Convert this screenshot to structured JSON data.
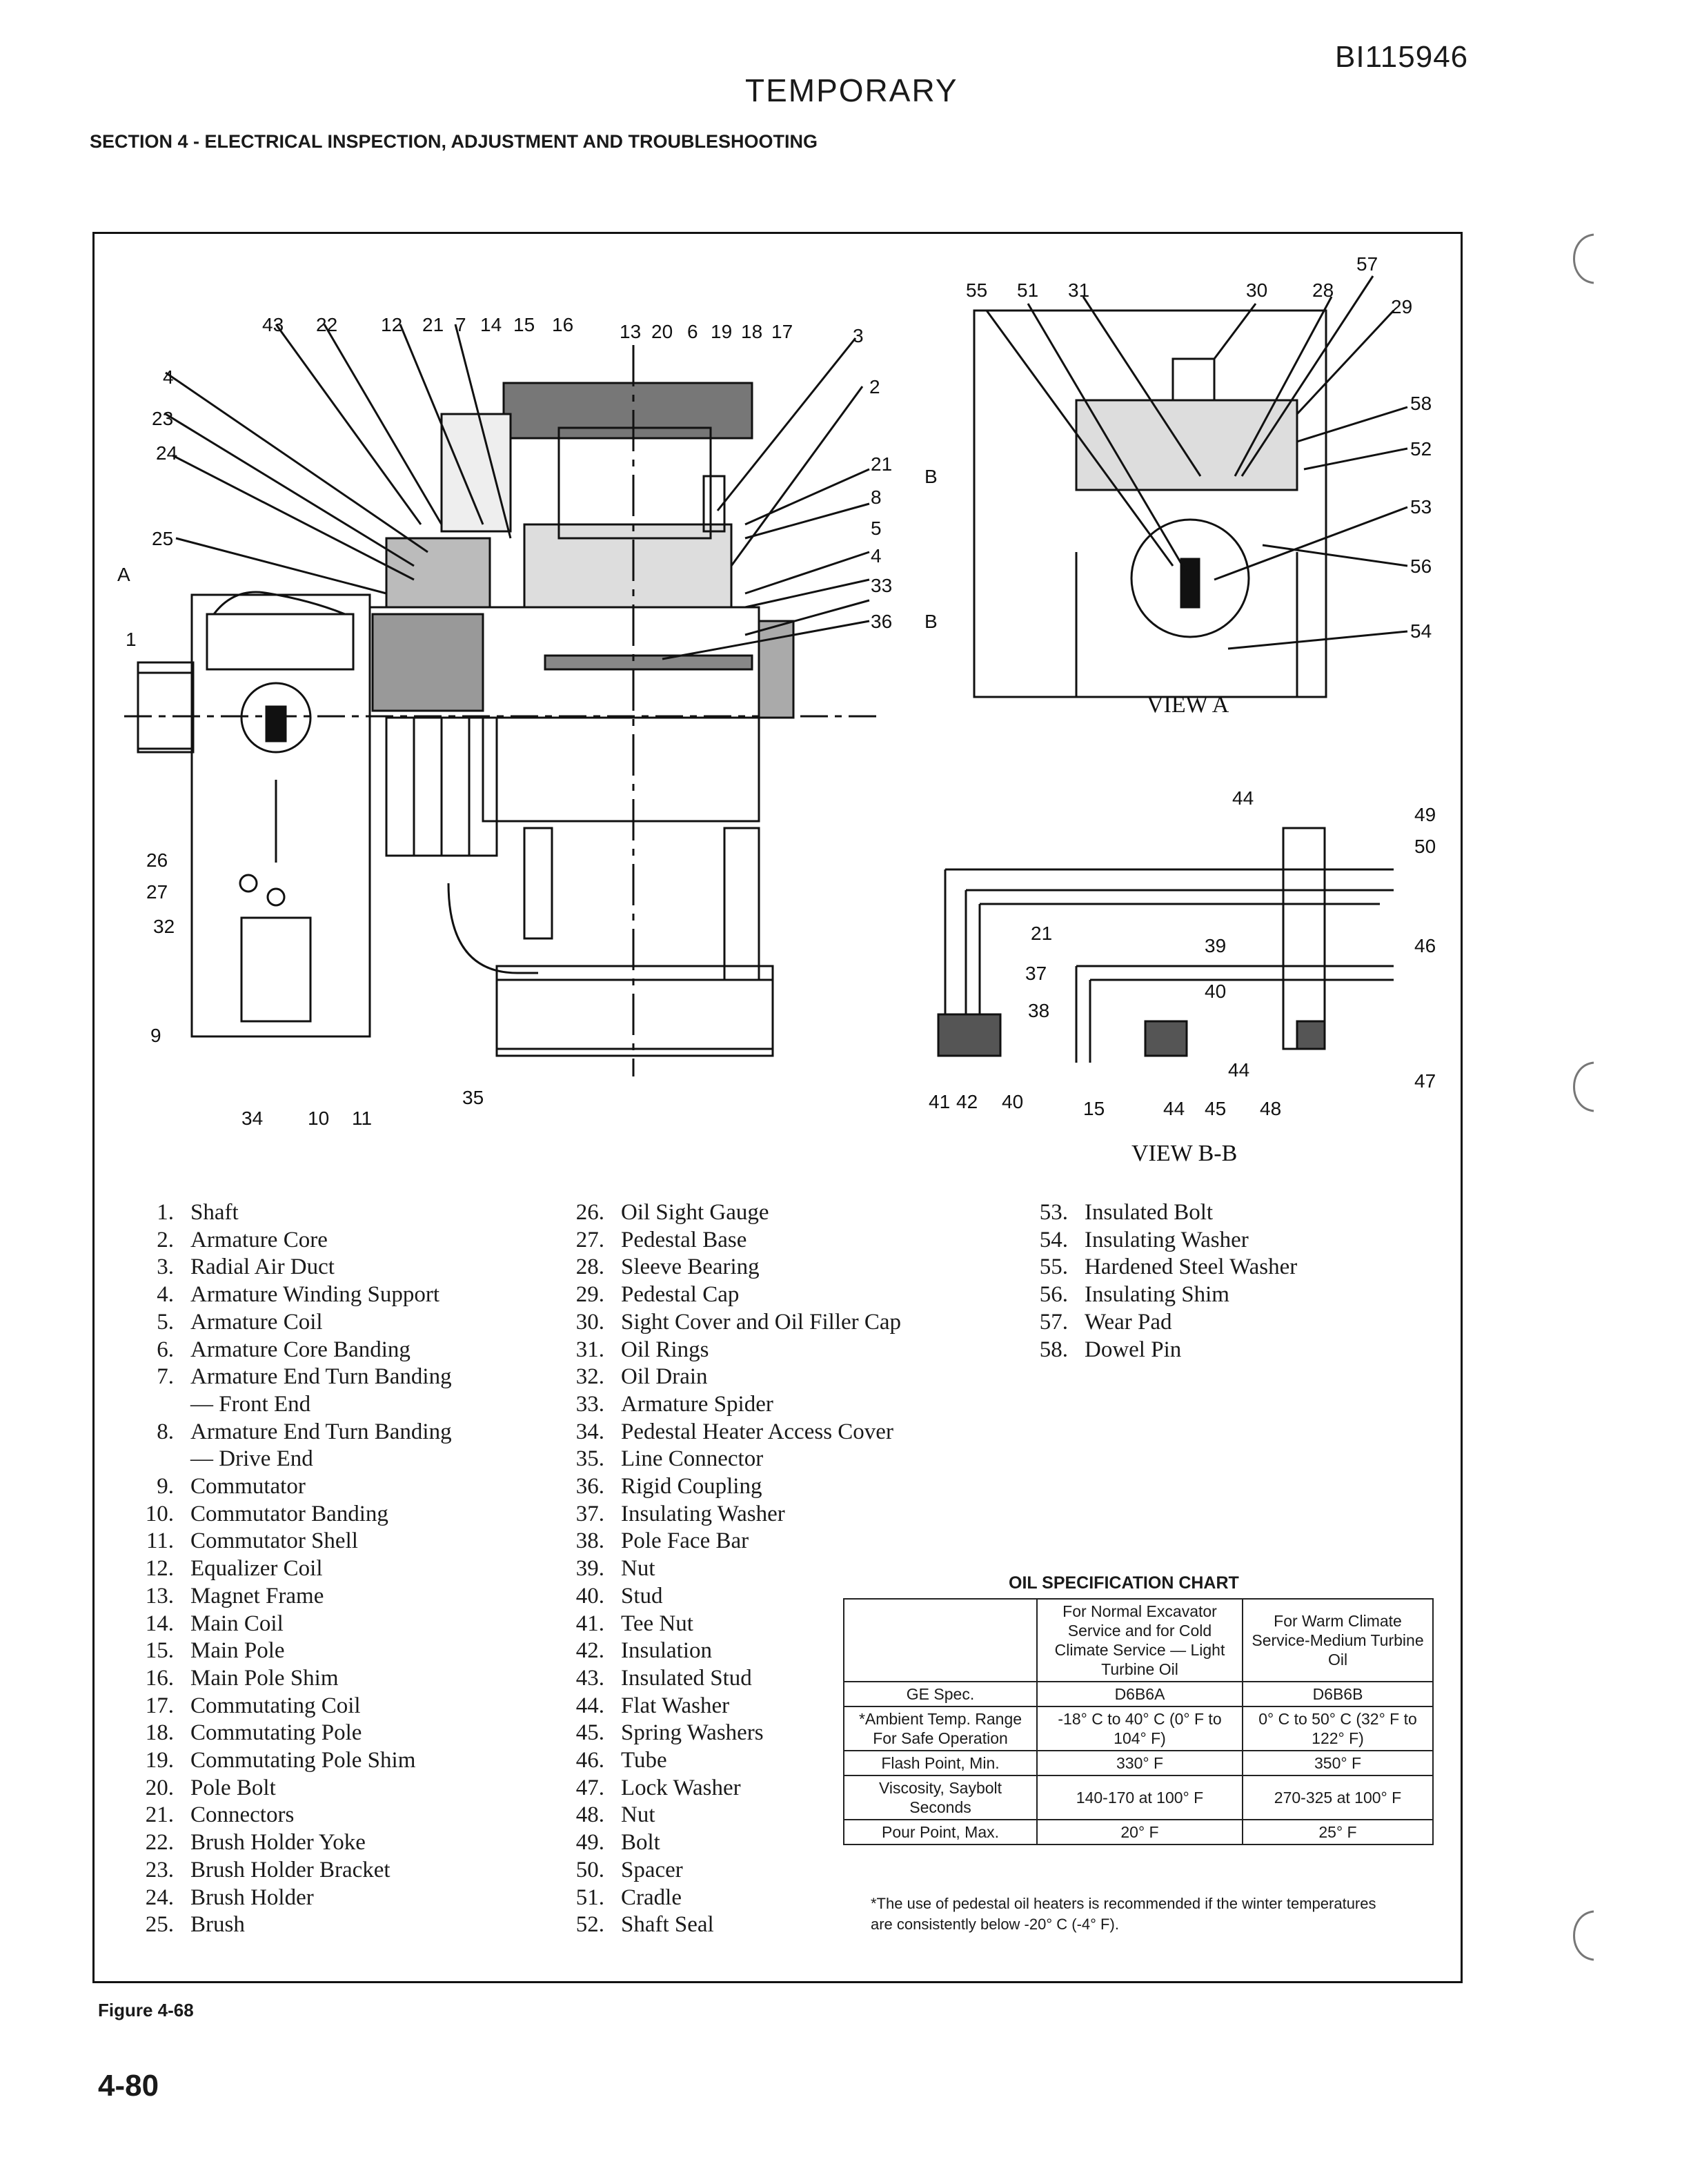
{
  "header": {
    "doc_id": "BI115946",
    "stamp": "TEMPORARY",
    "section": "SECTION 4 - ELECTRICAL INSPECTION, ADJUSTMENT AND TROUBLESHOOTING"
  },
  "figure": {
    "main_view_callouts": [
      "43",
      "22",
      "12",
      "21",
      "7",
      "14",
      "15",
      "16",
      "13",
      "20",
      "6",
      "19",
      "18",
      "17",
      "3",
      "2",
      "4",
      "23",
      "24",
      "25",
      "A",
      "1",
      "21",
      "8",
      "5",
      "4",
      "33",
      "36",
      "B",
      "B",
      "26",
      "27",
      "32",
      "9",
      "34",
      "10",
      "11",
      "35"
    ],
    "view_a": {
      "label": "VIEW A",
      "callouts": [
        "55",
        "51",
        "31",
        "30",
        "28",
        "57",
        "29",
        "58",
        "52",
        "53",
        "56",
        "54"
      ]
    },
    "view_bb": {
      "label": "VIEW B-B",
      "callouts": [
        "44",
        "49",
        "50",
        "46",
        "21",
        "37",
        "38",
        "39",
        "40",
        "44",
        "47",
        "41",
        "42",
        "40",
        "15",
        "44",
        "45",
        "48"
      ]
    },
    "label": "Figure 4-68"
  },
  "parts": [
    {
      "n": "1.",
      "name": "Shaft"
    },
    {
      "n": "2.",
      "name": "Armature Core"
    },
    {
      "n": "3.",
      "name": "Radial Air Duct"
    },
    {
      "n": "4.",
      "name": "Armature Winding Support"
    },
    {
      "n": "5.",
      "name": "Armature Coil"
    },
    {
      "n": "6.",
      "name": "Armature Core Banding"
    },
    {
      "n": "7.",
      "name": "Armature End Turn Banding",
      "cont": "— Front End"
    },
    {
      "n": "8.",
      "name": "Armature End Turn Banding",
      "cont": "— Drive End"
    },
    {
      "n": "9.",
      "name": "Commutator"
    },
    {
      "n": "10.",
      "name": "Commutator Banding"
    },
    {
      "n": "11.",
      "name": "Commutator Shell"
    },
    {
      "n": "12.",
      "name": "Equalizer Coil"
    },
    {
      "n": "13.",
      "name": "Magnet Frame"
    },
    {
      "n": "14.",
      "name": "Main Coil"
    },
    {
      "n": "15.",
      "name": "Main Pole"
    },
    {
      "n": "16.",
      "name": "Main Pole Shim"
    },
    {
      "n": "17.",
      "name": "Commutating Coil"
    },
    {
      "n": "18.",
      "name": "Commutating Pole"
    },
    {
      "n": "19.",
      "name": "Commutating Pole Shim"
    },
    {
      "n": "20.",
      "name": "Pole Bolt"
    },
    {
      "n": "21.",
      "name": "Connectors"
    },
    {
      "n": "22.",
      "name": "Brush Holder Yoke"
    },
    {
      "n": "23.",
      "name": "Brush Holder Bracket"
    },
    {
      "n": "24.",
      "name": "Brush Holder"
    },
    {
      "n": "25.",
      "name": "Brush"
    },
    {
      "n": "26.",
      "name": "Oil Sight Gauge"
    },
    {
      "n": "27.",
      "name": "Pedestal Base"
    },
    {
      "n": "28.",
      "name": "Sleeve Bearing"
    },
    {
      "n": "29.",
      "name": "Pedestal Cap"
    },
    {
      "n": "30.",
      "name": "Sight Cover and Oil Filler Cap"
    },
    {
      "n": "31.",
      "name": "Oil Rings"
    },
    {
      "n": "32.",
      "name": "Oil Drain"
    },
    {
      "n": "33.",
      "name": "Armature Spider"
    },
    {
      "n": "34.",
      "name": "Pedestal Heater Access Cover"
    },
    {
      "n": "35.",
      "name": "Line Connector"
    },
    {
      "n": "36.",
      "name": "Rigid Coupling"
    },
    {
      "n": "37.",
      "name": "Insulating Washer"
    },
    {
      "n": "38.",
      "name": "Pole Face Bar"
    },
    {
      "n": "39.",
      "name": "Nut"
    },
    {
      "n": "40.",
      "name": "Stud"
    },
    {
      "n": "41.",
      "name": "Tee Nut"
    },
    {
      "n": "42.",
      "name": "Insulation"
    },
    {
      "n": "43.",
      "name": "Insulated Stud"
    },
    {
      "n": "44.",
      "name": "Flat Washer"
    },
    {
      "n": "45.",
      "name": "Spring Washers"
    },
    {
      "n": "46.",
      "name": "Tube"
    },
    {
      "n": "47.",
      "name": "Lock Washer"
    },
    {
      "n": "48.",
      "name": "Nut"
    },
    {
      "n": "49.",
      "name": "Bolt"
    },
    {
      "n": "50.",
      "name": "Spacer"
    },
    {
      "n": "51.",
      "name": "Cradle"
    },
    {
      "n": "52.",
      "name": "Shaft Seal"
    },
    {
      "n": "53.",
      "name": "Insulated Bolt"
    },
    {
      "n": "54.",
      "name": "Insulating Washer"
    },
    {
      "n": "55.",
      "name": "Hardened Steel Washer"
    },
    {
      "n": "56.",
      "name": "Insulating Shim"
    },
    {
      "n": "57.",
      "name": "Wear Pad"
    },
    {
      "n": "58.",
      "name": "Dowel Pin"
    }
  ],
  "oil_chart": {
    "title": "OIL SPECIFICATION CHART",
    "col_headers": [
      "For Normal Excavator Service and for Cold Climate Service — Light Turbine Oil",
      "For Warm Climate Service-Medium Turbine Oil"
    ],
    "rows": [
      {
        "label": "GE Spec.",
        "v1": "D6B6A",
        "v2": "D6B6B"
      },
      {
        "label": "*Ambient Temp. Range For Safe Operation",
        "v1": "-18° C to 40° C (0° F to 104° F)",
        "v2": "0° C to 50° C (32° F to 122° F)"
      },
      {
        "label": "Flash Point, Min.",
        "v1": "330° F",
        "v2": "350° F"
      },
      {
        "label": "Viscosity, Saybolt Seconds",
        "v1": "140-170 at 100° F",
        "v2": "270-325 at 100° F"
      },
      {
        "label": "Pour Point, Max.",
        "v1": "20° F",
        "v2": "25° F"
      }
    ],
    "footnote": "*The use of pedestal oil heaters is recommended if the winter temperatures are consistently below -20° C (-4° F)."
  },
  "footer": {
    "page": "4-80"
  }
}
